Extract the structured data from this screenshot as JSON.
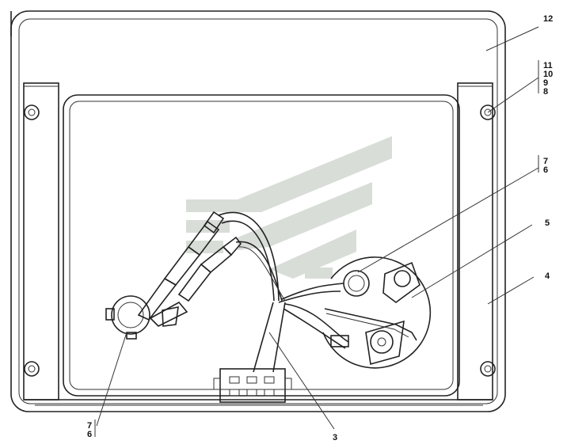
{
  "labels": {
    "l12": "12",
    "l11": "11",
    "l10": "10",
    "l9": "9",
    "l8": "8",
    "l7a": "7",
    "l6a": "6",
    "l5": "5",
    "l4": "4",
    "l3": "3",
    "l7b": "7",
    "l6b": "6"
  },
  "colors": {
    "line": "#222222",
    "watermark": "#d8ddd8",
    "background": "#ffffff"
  }
}
